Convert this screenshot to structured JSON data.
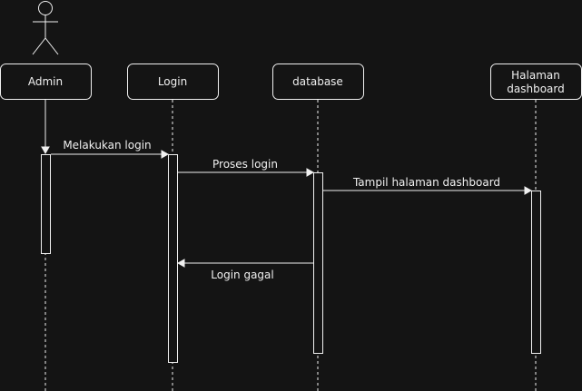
{
  "participants": {
    "admin": "Admin",
    "login": "Login",
    "database": "database",
    "halaman_line1": "Halaman",
    "halaman_line2": "dashboard"
  },
  "messages": {
    "melakukan_login": "Melakukan login",
    "proses_login": "Proses login",
    "tampil_dashboard": "Tampil halaman dashboard",
    "login_gagal": "Login gagal"
  },
  "colors": {
    "background": "#141414",
    "stroke": "#f0f0f0",
    "text": "#f0f0f0"
  }
}
